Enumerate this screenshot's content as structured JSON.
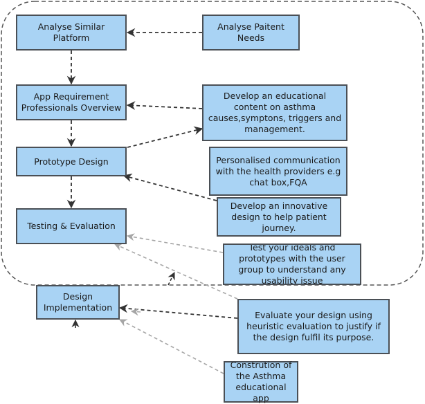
{
  "colors": {
    "node_fill": "#a9d3f4",
    "node_border": "#4a4f55",
    "arrow_dark": "#333333",
    "arrow_light": "#a6a6a6",
    "container_border": "#555555"
  },
  "nodes": {
    "analyse_similar": "Analyse Similar Platform",
    "analyse_patient": "Analyse Paitent Needs",
    "app_requirement": "App Requirement Professionals Overview",
    "educational_content": "Develop an educational content on asthma causes,symptons, triggers and management.",
    "prototype_design": "Prototype Design",
    "personalised_comm": "Personalised communication with the health providers e.g chat box,FQA",
    "innovative_design": "Develop an innovative design to help patient journey.",
    "testing_evaluation": "Testing & Evaluation",
    "test_ideas": "Test your ideals and prototypes with the user group to understand any usability issue",
    "design_implementation": "Design Implementation",
    "evaluate_design": "Evaluate your design using heuristic evaluation to justify if the design fulfil its purpose.",
    "construction": "Constrution of the Asthma educational app"
  }
}
